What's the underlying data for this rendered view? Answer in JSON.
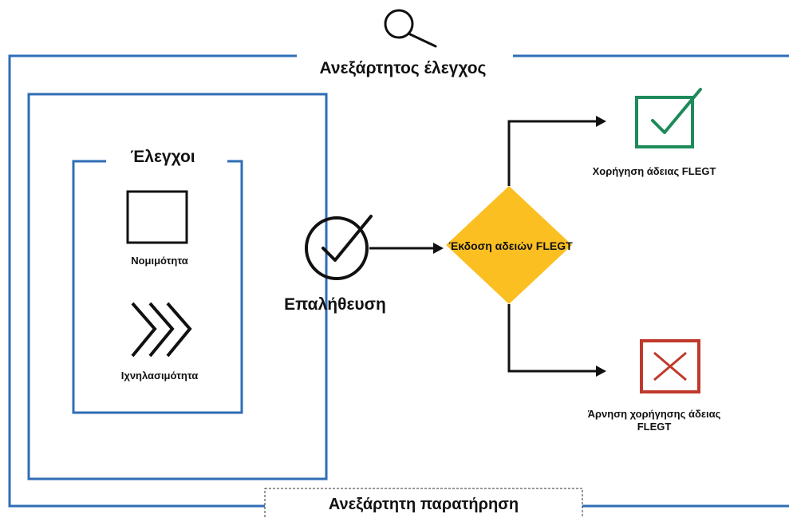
{
  "colors": {
    "frame": "#2f6db5",
    "arrow": "#111111",
    "decision": "#fbbf22",
    "grant": "#1e8a5a",
    "deny": "#c0392b"
  },
  "icons": {
    "top": "search-icon",
    "legality": "square-icon",
    "traceability": "chevrons-right-icon",
    "verification": "check-circle-icon",
    "grant": "check-box-icon",
    "deny": "x-box-icon"
  },
  "labels": {
    "independent_audit": "Ανεξάρτητος έλεγχος",
    "checks": "Έλεγχοι",
    "legality": "Νομιμότητα",
    "traceability": "Ιχνηλασιμότητα",
    "verification": "Επαλήθευση",
    "issue_licences": "Έκδοση αδειών FLEGT",
    "grant_licence": "Χορήγηση άδειας FLEGT",
    "deny_licence": "Άρνηση χορήγησης άδειας FLEGT",
    "independent_observation": "Ανεξάρτητη παρατήρηση"
  }
}
